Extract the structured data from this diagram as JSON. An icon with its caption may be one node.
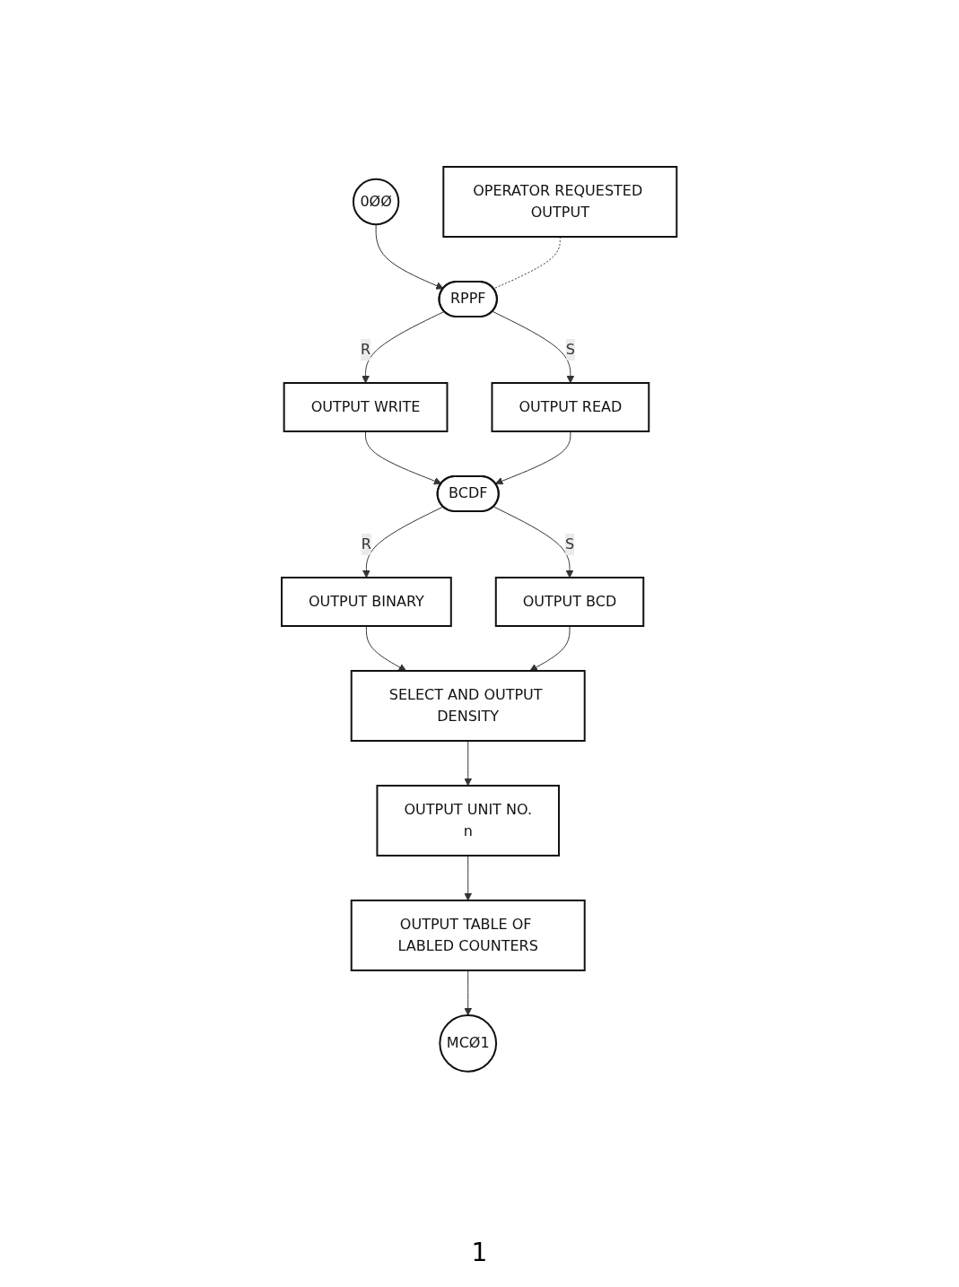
{
  "diagram": {
    "nodes": [
      {
        "text": [
          "0ØØ"
        ]
      },
      {
        "text": [
          "OPERATOR REQUESTED OUTPUT"
        ]
      },
      {
        "text": [
          "OUTPUT WRITE"
        ]
      },
      {
        "text": [
          "RPPF"
        ]
      },
      {
        "text": [
          "OUTPUT READ"
        ]
      },
      {
        "text": [
          "OUTPUT BINARY"
        ]
      },
      {
        "text": [
          "BCDF"
        ]
      },
      {
        "text": [
          "OUTPUT BCD"
        ]
      },
      {
        "text": [
          "SELECT AND OUTPUT DENSITY"
        ]
      },
      {
        "text": [
          "OUTPUT UNIT NO.",
          "n"
        ]
      },
      {
        "text": [
          "OUTPUT TABLE OF LABLED COUNTERS"
        ]
      },
      {
        "text": [
          "MCØ1"
        ]
      }
    ],
    "edges": [
      {
        "from": 0,
        "to": 3,
        "arrow": "to"
      },
      {
        "from": 1,
        "to": 3,
        "arrow": "none",
        "style": "dashed"
      },
      {
        "from": 3,
        "to": 2,
        "arrow": "to",
        "label": "R"
      },
      {
        "from": 3,
        "to": 4,
        "arrow": "to",
        "label": "S"
      },
      {
        "from": 2,
        "to": 6,
        "arrow": "to"
      },
      {
        "from": 4,
        "to": 6,
        "arrow": "to"
      },
      {
        "from": 6,
        "to": 5,
        "arrow": "to",
        "label": "R"
      },
      {
        "from": 6,
        "to": 7,
        "arrow": "to",
        "label": "S"
      },
      {
        "from": 5,
        "to": 8,
        "arrow": "to"
      },
      {
        "from": 7,
        "to": 8,
        "arrow": "to"
      },
      {
        "from": 8,
        "to": 9,
        "arrow": "to"
      },
      {
        "from": 9,
        "to": 10,
        "arrow": "to"
      },
      {
        "from": 10,
        "to": 11,
        "arrow": "to"
      }
    ],
    "labels": [
      "1"
    ]
  }
}
